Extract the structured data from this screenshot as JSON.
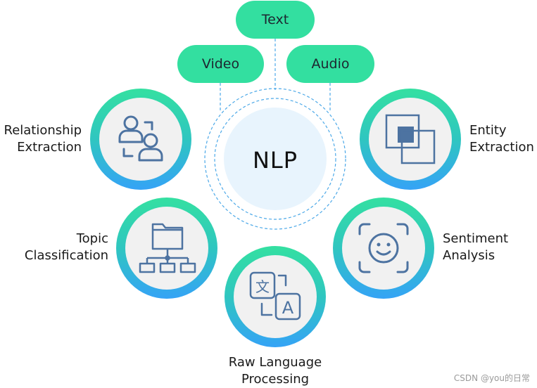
{
  "center": {
    "label": "NLP"
  },
  "inputs": {
    "text": "Text",
    "video": "Video",
    "audio": "Audio"
  },
  "tasks": {
    "relationship_extraction": "Relationship\nExtraction",
    "entity_extraction": "Entity\nExtraction",
    "topic_classification": "Topic\nClassification",
    "sentiment_analysis": "Sentiment\nAnalysis",
    "raw_language_processing": "Raw Language\nProcessing"
  },
  "icons": {
    "relationship_extraction": "people-icon",
    "entity_extraction": "overlap-squares-icon",
    "topic_classification": "folder-hierarchy-icon",
    "sentiment_analysis": "face-scan-icon",
    "raw_language_processing": "translate-icon"
  },
  "colors": {
    "pill": "#33dfa0",
    "ring_top": "#34e0a1",
    "ring_bottom": "#35a3f6",
    "icon_stroke": "#4d73a1",
    "center_fill": "#e8f4fd",
    "dashed": "#4da9e8"
  },
  "watermark": "CSDN @you的日常"
}
